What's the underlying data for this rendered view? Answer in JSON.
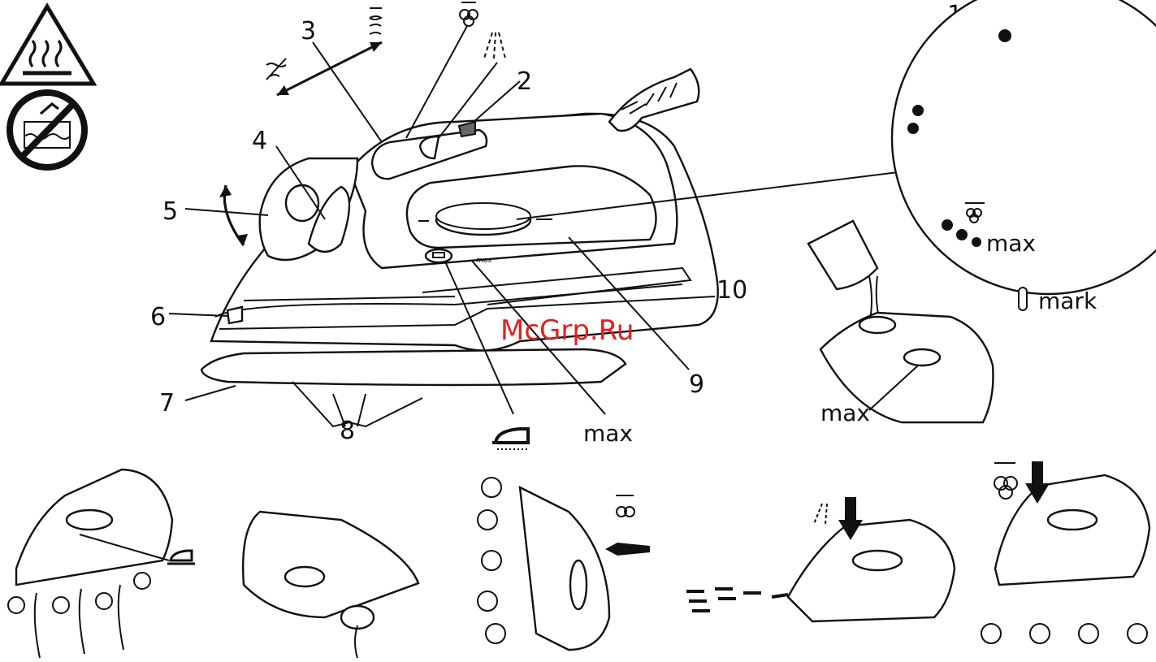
{
  "labels": {
    "n1": "1",
    "n2": "2",
    "n3": "3",
    "n4": "4",
    "n5": "5",
    "n6": "6",
    "n7": "7",
    "n8": "8",
    "n9": "9",
    "n10": "10",
    "max_main": "max",
    "max_dial": "max",
    "max_small_iron": "max",
    "mark": "mark",
    "tiny_max": "max"
  },
  "watermark": "McGrp.Ru",
  "colors": {
    "ink": "#111111",
    "watermark": "#e02020"
  },
  "icons": [
    "hot-surface-warning-icon",
    "no-immersion-icon",
    "steam-icon",
    "spray-icon",
    "no-steam-icon",
    "vertical-steam-icon"
  ]
}
